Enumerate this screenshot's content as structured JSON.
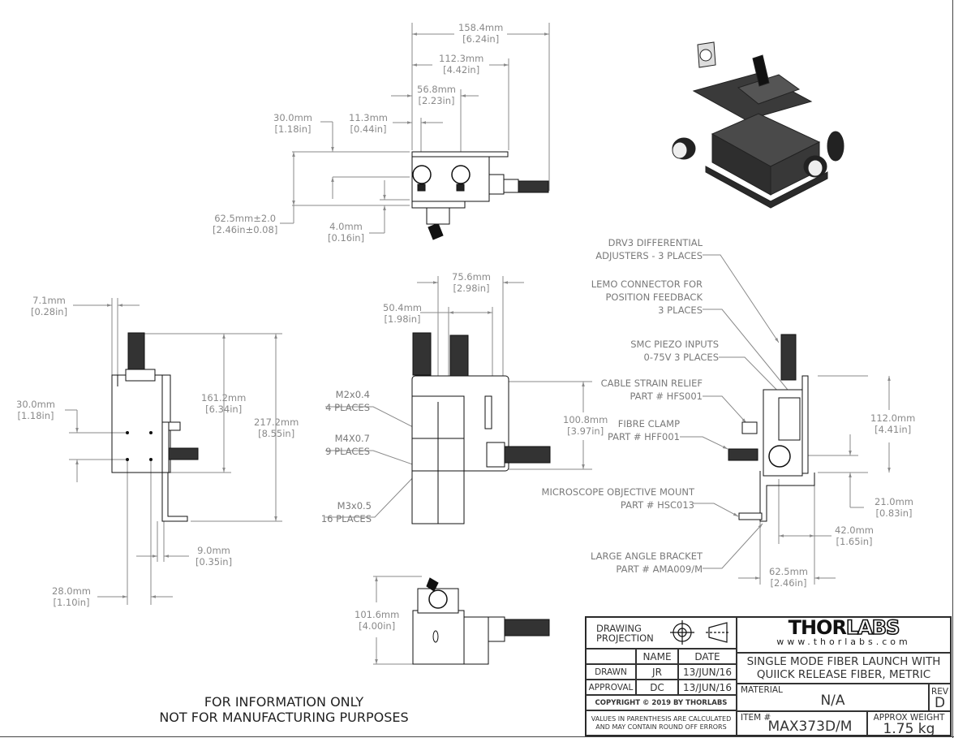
{
  "dimensions": {
    "top_view": [
      {
        "mm": "158.4mm",
        "in": "[6.24in]"
      },
      {
        "mm": "112.3mm",
        "in": "[4.42in]"
      },
      {
        "mm": "56.8mm",
        "in": "[2.23in]"
      },
      {
        "mm": "30.0mm",
        "in": "[1.18in]"
      },
      {
        "mm": "11.3mm",
        "in": "[0.44in]"
      },
      {
        "mm": "62.5mm±2.0",
        "in": "[2.46in±0.08]"
      },
      {
        "mm": "4.0mm",
        "in": "[0.16in]"
      }
    ],
    "left_view": [
      {
        "mm": "7.1mm",
        "in": "[0.28in]"
      },
      {
        "mm": "30.0mm",
        "in": "[1.18in]"
      },
      {
        "mm": "161.2mm",
        "in": "[6.34in]"
      },
      {
        "mm": "217.2mm",
        "in": "[8.55in]"
      },
      {
        "mm": "9.0mm",
        "in": "[0.35in]"
      },
      {
        "mm": "28.0mm",
        "in": "[1.10in]"
      }
    ],
    "front_view": [
      {
        "mm": "75.6mm",
        "in": "[2.98in]"
      },
      {
        "mm": "50.4mm",
        "in": "[1.98in]"
      },
      {
        "mm": "100.8mm",
        "in": "[3.97in]"
      }
    ],
    "right_view": [
      {
        "mm": "112.0mm",
        "in": "[4.41in]"
      },
      {
        "mm": "21.0mm",
        "in": "[0.83in]"
      },
      {
        "mm": "42.0mm",
        "in": "[1.65in]"
      },
      {
        "mm": "62.5mm",
        "in": "[2.46in]"
      }
    ],
    "bottom_view": [
      {
        "mm": "101.6mm",
        "in": "[4.00in]"
      }
    ]
  },
  "callouts": {
    "front": [
      {
        "line1": "M2x0.4",
        "line2": "4 PLACES"
      },
      {
        "line1": "M4X0.7",
        "line2": "9 PLACES"
      },
      {
        "line1": "M3x0.5",
        "line2": "16 PLACES"
      }
    ],
    "right": [
      {
        "lines": [
          "DRV3 DIFFERENTIAL",
          "ADJUSTERS - 3 PLACES"
        ]
      },
      {
        "lines": [
          "LEMO CONNECTOR FOR",
          "POSITION FEEDBACK",
          "3 PLACES"
        ]
      },
      {
        "lines": [
          "SMC PIEZO INPUTS",
          "0-75V 3 PLACES"
        ]
      },
      {
        "lines": [
          "CABLE STRAIN RELIEF",
          "PART # HFS001"
        ]
      },
      {
        "lines": [
          "FIBRE CLAMP",
          "PART # HFF001"
        ]
      },
      {
        "lines": [
          "MICROSCOPE OBJECTIVE MOUNT",
          "PART # HSC013"
        ]
      },
      {
        "lines": [
          "LARGE ANGLE BRACKET",
          "PART # AMA009/M"
        ]
      }
    ]
  },
  "notice": {
    "line1": "FOR INFORMATION ONLY",
    "line2": "NOT FOR MANUFACTURING PURPOSES"
  },
  "title_block": {
    "projection_label_1": "DRAWING",
    "projection_label_2": "PROJECTION",
    "col_name": "NAME",
    "col_date": "DATE",
    "drawn_label": "DRAWN",
    "drawn_name": "JR",
    "drawn_date": "13/JUN/16",
    "approval_label": "APPROVAL",
    "approval_name": "DC",
    "approval_date": "13/JUN/16",
    "copyright": "COPYRIGHT © 2019 BY THORLABS",
    "disclaimer_1": "VALUES IN PARENTHESIS ARE CALCULATED",
    "disclaimer_2": "AND MAY CONTAIN ROUND OFF ERRORS",
    "logo_solid": "THOR",
    "logo_outline": "LABS",
    "website": "www.thorlabs.com",
    "title_1": "SINGLE MODE FIBER LAUNCH WITH",
    "title_2": "QUIICK RELEASE FIBER, METRIC",
    "material_label": "MATERIAL",
    "material_value": "N/A",
    "rev_label": "REV",
    "rev_value": "D",
    "item_label": "ITEM #",
    "item_value": "MAX373D/M",
    "weight_label": "APPROX WEIGHT",
    "weight_value": "1.75 kg"
  }
}
